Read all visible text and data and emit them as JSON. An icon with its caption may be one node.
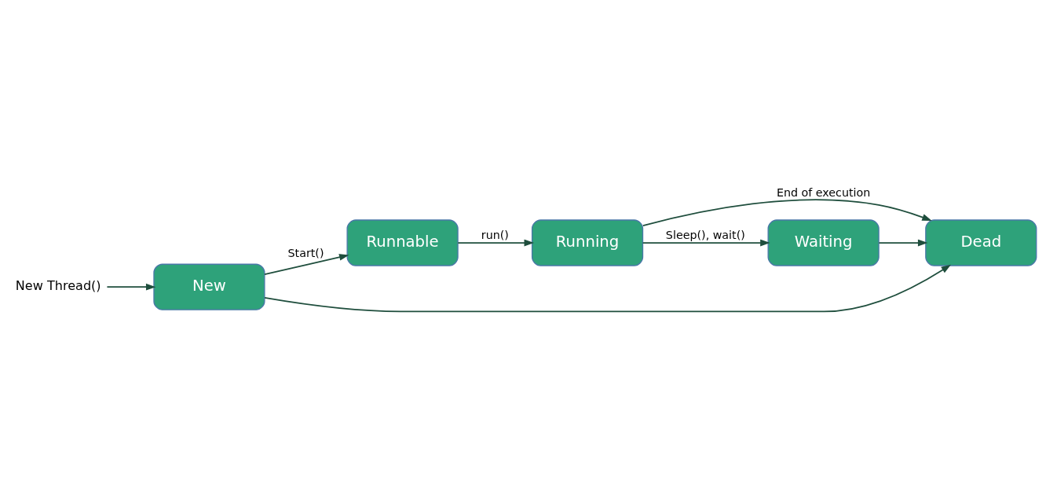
{
  "diagram": {
    "nodes": [
      {
        "text": [
          "New Thread()"
        ]
      },
      {
        "text": [
          "New"
        ]
      },
      {
        "text": [
          "Runnable"
        ]
      },
      {
        "text": [
          "Running"
        ]
      },
      {
        "text": [
          "Dead"
        ]
      },
      {
        "text": [
          "Waiting"
        ]
      }
    ],
    "edges": [
      {
        "from": 0,
        "to": 1,
        "arrow": "to"
      },
      {
        "from": 1,
        "to": 2,
        "arrow": "to",
        "label": "Start()"
      },
      {
        "from": 2,
        "to": 3,
        "arrow": "to",
        "label": "run()"
      },
      {
        "from": 1,
        "to": 4,
        "arrow": "to"
      },
      {
        "from": 3,
        "to": 4,
        "arrow": "to",
        "label": "End of execution"
      },
      {
        "from": 3,
        "to": 5,
        "arrow": "to",
        "label": "Sleep(), wait()"
      },
      {
        "from": 5,
        "to": 4,
        "arrow": "to"
      }
    ]
  }
}
